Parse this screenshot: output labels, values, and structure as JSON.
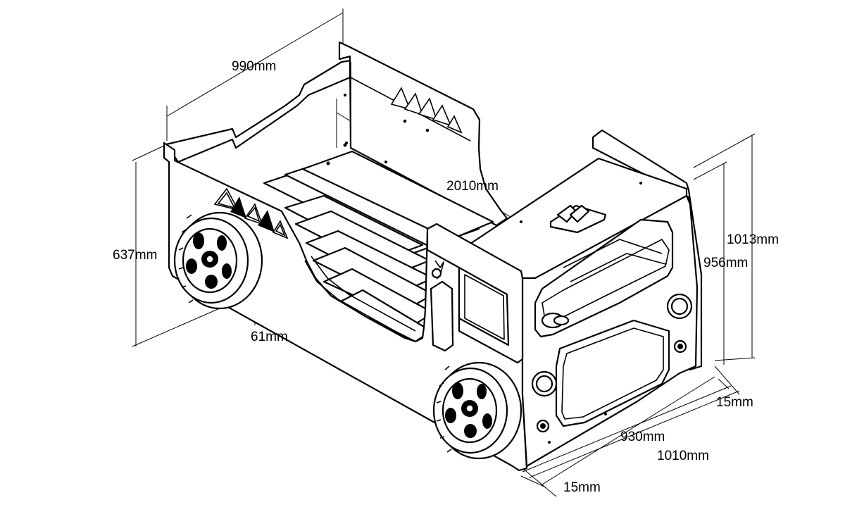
{
  "dimensions": {
    "length_total": "2010mm",
    "width_top": "990mm",
    "height_side": "637mm",
    "wheel_thickness": "61mm",
    "height_total": "1013mm",
    "height_inner": "956mm",
    "panel_right": "15mm",
    "front_inner": "930mm",
    "front_total": "1010mm",
    "panel_bottom": "15mm"
  },
  "colors": {
    "line": "#000000",
    "background": "#ffffff"
  }
}
